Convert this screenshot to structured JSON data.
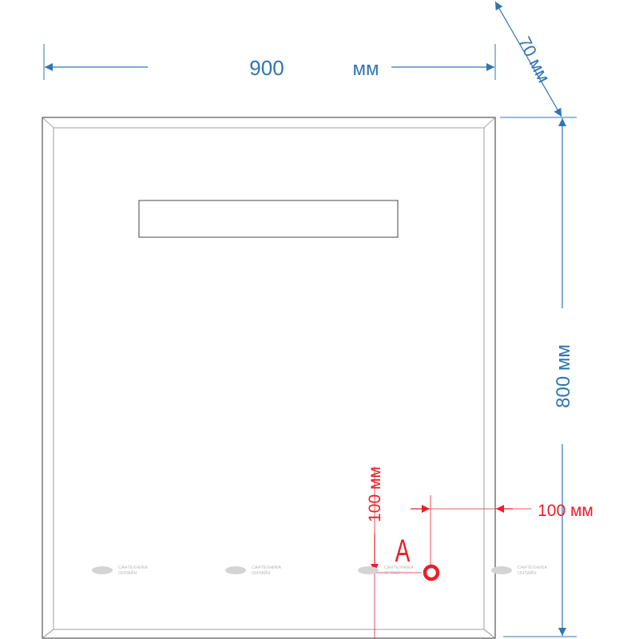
{
  "dimensions": {
    "width": {
      "value": "900",
      "unit": "мм"
    },
    "depth": {
      "label": "70 мм"
    },
    "height": {
      "label": "800 мм"
    },
    "socket_from_right": {
      "label": "100 мм"
    },
    "socket_from_bottom": {
      "label": "100 мм"
    }
  },
  "marker": {
    "letter": "A"
  },
  "watermark": {
    "line1": "САНТЕХНИКА",
    "line2": "ОНЛАЙН"
  },
  "colors": {
    "dimension": "#2f74b5",
    "marker": "#e8202a",
    "outline": "#555555",
    "watermark": "#b9b9b9"
  }
}
